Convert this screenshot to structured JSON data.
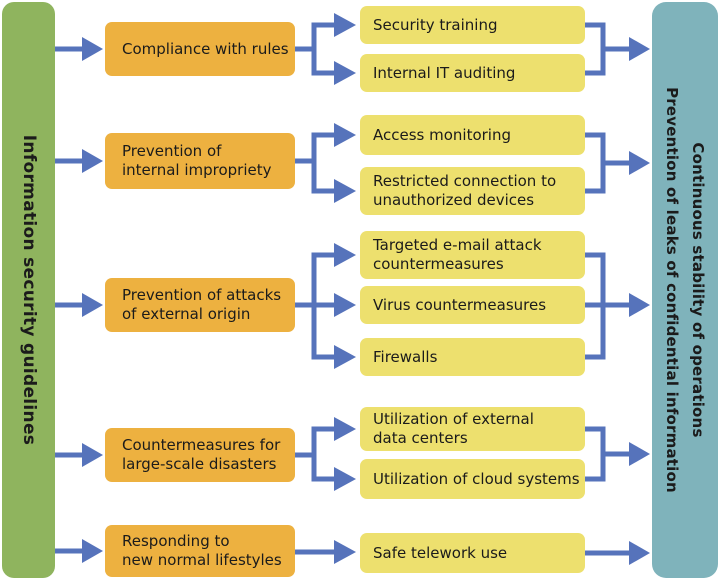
{
  "title_bars": {
    "left": {
      "label": "Information security guidelines"
    },
    "right": {
      "line1": "Continuous stability of operations",
      "line2": "Prevention of leaks of confidential information"
    }
  },
  "colors": {
    "left_bar": "#8FB45E",
    "right_bar": "#7FB3BB",
    "category_box": "#EDB140",
    "measure_box": "#EDE06E",
    "arrow": "#5673BB",
    "text": "#1B1B1B"
  },
  "groups": [
    {
      "category": "Compliance with rules",
      "measures": [
        "Security training",
        "Internal IT auditing"
      ]
    },
    {
      "category": "Prevention of\ninternal impropriety",
      "measures": [
        "Access monitoring",
        "Restricted connection to\nunauthorized devices"
      ]
    },
    {
      "category": "Prevention of attacks\nof external origin",
      "measures": [
        "Targeted e-mail attack\ncountermeasures",
        "Virus countermeasures",
        "Firewalls"
      ]
    },
    {
      "category": "Countermeasures for\nlarge-scale disasters",
      "measures": [
        "Utilization of external\ndata centers",
        "Utilization of cloud systems"
      ]
    },
    {
      "category": "Responding to\nnew normal lifestyles",
      "measures": [
        "Safe telework use"
      ]
    }
  ]
}
